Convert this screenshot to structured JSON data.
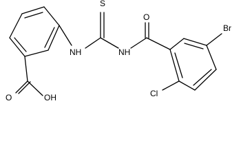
{
  "molecule": {
    "atom_labels": {
      "sulfur": "S",
      "oxygen_amide": "O",
      "bromine": "Br",
      "nh_left": "NH",
      "nh_right": "NH",
      "chlorine": "Cl",
      "oxygen_acid": "O",
      "hydroxyl": "OH"
    }
  }
}
